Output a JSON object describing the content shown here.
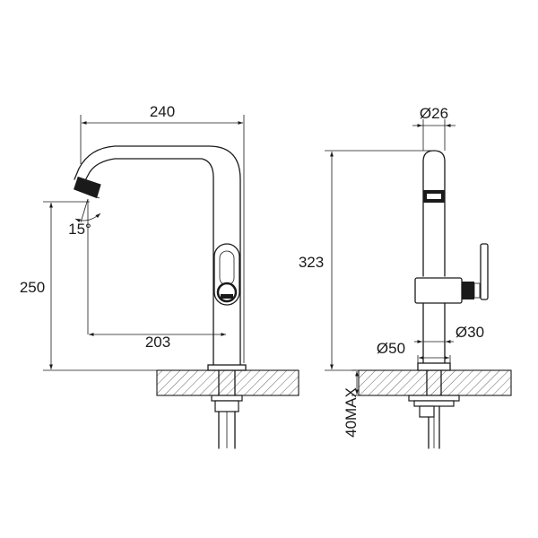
{
  "drawing": {
    "dimensions": {
      "overall_reach": "240",
      "spout_angle": "15°",
      "spout_height": "250",
      "spout_reach": "203",
      "total_height": "323",
      "spout_diameter": "Ø26",
      "body_diameter": "Ø30",
      "base_diameter": "Ø50",
      "counter_thickness": "40MAX"
    },
    "colors": {
      "line": "#1a1a1a",
      "hatch": "#555555",
      "background": "#ffffff"
    }
  }
}
